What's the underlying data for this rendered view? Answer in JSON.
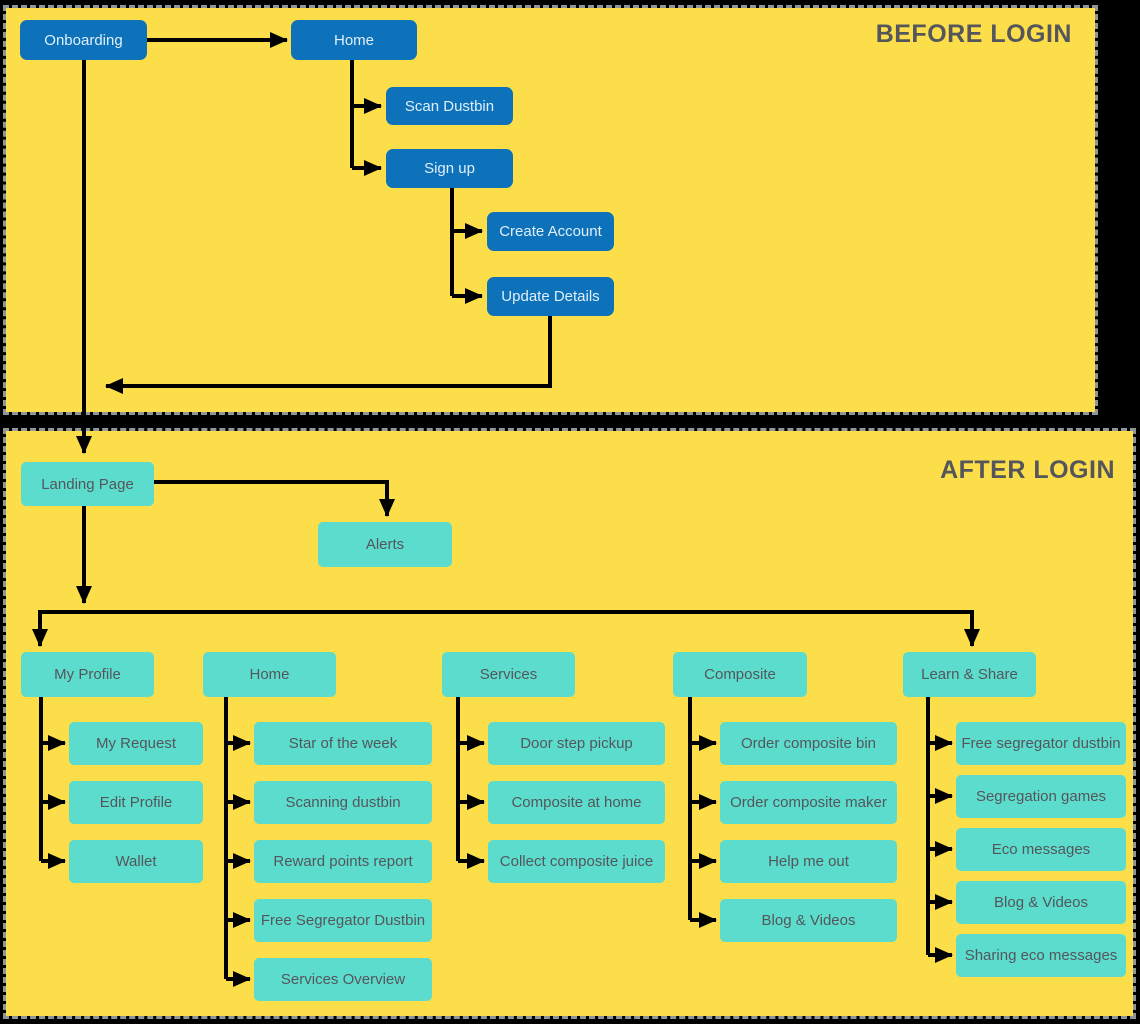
{
  "sections": {
    "before": {
      "title": "BEFORE LOGIN",
      "nodes": {
        "onboarding": "Onboarding",
        "home": "Home",
        "scan_dustbin": "Scan Dustbin",
        "sign_up": "Sign up",
        "create_account": "Create Account",
        "update_details": "Update Details"
      }
    },
    "after": {
      "title": "AFTER LOGIN",
      "nodes": {
        "landing_page": "Landing Page",
        "alerts": "Alerts"
      },
      "columns": [
        {
          "label": "My Profile",
          "children": [
            "My Request",
            "Edit Profile",
            "Wallet"
          ]
        },
        {
          "label": "Home",
          "children": [
            "Star of the week",
            "Scanning dustbin",
            "Reward points report",
            "Free Segregator Dustbin",
            "Services Overview"
          ]
        },
        {
          "label": "Services",
          "children": [
            "Door step pickup",
            "Composite at home",
            "Collect composite juice"
          ]
        },
        {
          "label": "Composite",
          "children": [
            "Order composite bin",
            "Order composite maker",
            "Help me out",
            "Blog & Videos"
          ]
        },
        {
          "label": "Learn & Share",
          "children": [
            "Free segregator dustbin",
            "Segregation games",
            "Eco messages",
            "Blog & Videos",
            "Sharing eco messages"
          ]
        }
      ]
    }
  },
  "colors": {
    "canvas_bg": "#000000",
    "artboard_bg": "#FCDE4A",
    "primary_node": "#0D72BA",
    "primary_node_text": "#DFEFFA",
    "secondary_node": "#5CDCCD",
    "secondary_node_text": "#54565B",
    "title_text": "#54565B",
    "connector": "#000000",
    "marquee_dash": "#8F9598"
  }
}
